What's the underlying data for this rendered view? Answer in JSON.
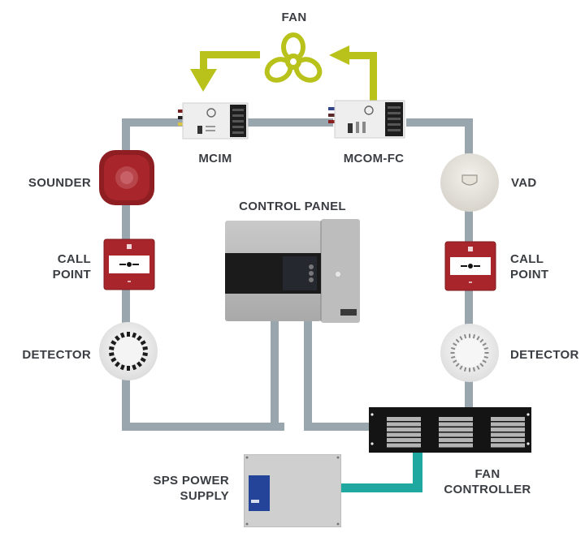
{
  "diagram": {
    "title": "Fire alarm system with fan control",
    "colors": {
      "loop_wire": "#9aa6ae",
      "power_wire": "#1ea8a0",
      "fan_flow": "#b8c21a",
      "label_text": "#3a3d42",
      "device_red": "#a8262b"
    },
    "labels": {
      "fan": "FAN",
      "mcim": "MCIM",
      "mcom_fc": "MCOM-FC",
      "sounder": "SOUNDER",
      "vad": "VAD",
      "control_panel": "CONTROL PANEL",
      "call_point_left": [
        "CALL",
        "POINT"
      ],
      "call_point_right": [
        "CALL",
        "POINT"
      ],
      "detector_left": "DETECTOR",
      "detector_right": "DETECTOR",
      "sps_power_supply": [
        "SPS POWER",
        "SUPPLY"
      ],
      "fan_controller": [
        "FAN",
        "CONTROLLER"
      ]
    },
    "nodes": [
      {
        "id": "fan",
        "type": "fan-icon"
      },
      {
        "id": "mcim",
        "type": "interface-module"
      },
      {
        "id": "mcom_fc",
        "type": "output-module"
      },
      {
        "id": "sounder",
        "type": "sounder"
      },
      {
        "id": "vad",
        "type": "visual-alarm-device"
      },
      {
        "id": "call_point_left",
        "type": "manual-call-point"
      },
      {
        "id": "call_point_right",
        "type": "manual-call-point"
      },
      {
        "id": "detector_left",
        "type": "smoke-detector"
      },
      {
        "id": "detector_right",
        "type": "smoke-detector"
      },
      {
        "id": "control_panel",
        "type": "fire-control-panel"
      },
      {
        "id": "fan_controller",
        "type": "rack-controller"
      },
      {
        "id": "sps_power_supply",
        "type": "power-supply"
      }
    ],
    "connections": [
      {
        "from": "mcom_fc",
        "to": "fan",
        "kind": "fan_flow"
      },
      {
        "from": "fan",
        "to": "mcim",
        "kind": "fan_flow"
      },
      {
        "from": "mcim",
        "to": "mcom_fc",
        "kind": "loop"
      },
      {
        "from": "mcim",
        "to": "sounder",
        "kind": "loop"
      },
      {
        "from": "sounder",
        "to": "call_point_left",
        "kind": "loop"
      },
      {
        "from": "call_point_left",
        "to": "detector_left",
        "kind": "loop"
      },
      {
        "from": "detector_left",
        "to": "control_panel",
        "kind": "loop"
      },
      {
        "from": "mcom_fc",
        "to": "vad",
        "kind": "loop"
      },
      {
        "from": "vad",
        "to": "call_point_right",
        "kind": "loop"
      },
      {
        "from": "call_point_right",
        "to": "detector_right",
        "kind": "loop"
      },
      {
        "from": "detector_right",
        "to": "fan_controller",
        "kind": "loop"
      },
      {
        "from": "control_panel",
        "to": "fan_controller",
        "kind": "loop"
      },
      {
        "from": "sps_power_supply",
        "to": "fan_controller",
        "kind": "power"
      }
    ]
  }
}
